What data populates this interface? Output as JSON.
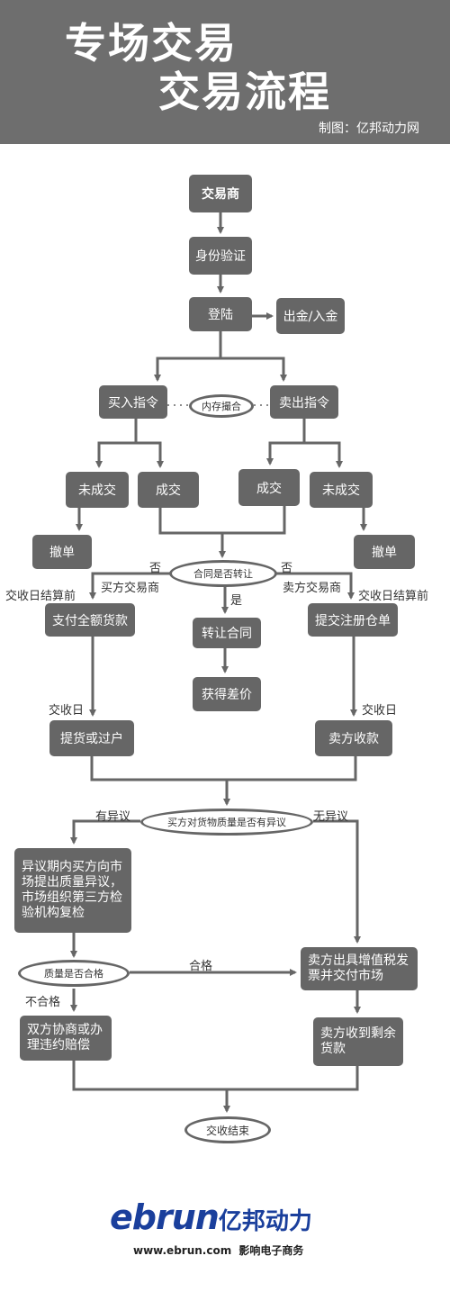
{
  "header": {
    "title_line1": "专场交易",
    "title_line2": "交易流程",
    "credit": "制图：亿邦动力网"
  },
  "nodes": {
    "trader": "交易商",
    "identity": "身份验证",
    "login": "登陆",
    "funds": "出金/入金",
    "buy_order": "买入指令",
    "match": "内存撮合",
    "sell_order": "卖出指令",
    "unfilled_left": "未成交",
    "filled_left": "成交",
    "filled_right": "成交",
    "unfilled_right": "未成交",
    "cancel_left": "撤单",
    "cancel_right": "撤单",
    "transfer_question": "合同是否转让",
    "pay_full": "支付全额货款",
    "transfer_contract": "转让合同",
    "submit_receipt": "提交注册仓单",
    "get_diff": "获得差价",
    "pickup": "提货或过户",
    "seller_receive": "卖方收款",
    "quality_question": "买方对货物质量是否有异议",
    "objection_process": "异议期内买方向市场提出质量异议，市场组织第三方检验机构复检",
    "qualified_question": "质量是否合格",
    "invoice": "卖方出具增值税发票并交付市场",
    "negotiate": "双方协商或办理违约赔偿",
    "seller_remaining": "卖方收到剩余货款",
    "end": "交收结束"
  },
  "labels": {
    "no_left": "否",
    "no_right": "否",
    "yes": "是",
    "buyer_trader": "买方交易商",
    "seller_trader": "卖方交易商",
    "before_settle_left": "交收日结算前",
    "before_settle_right": "交收日结算前",
    "delivery_day_left": "交收日",
    "delivery_day_right": "交收日",
    "has_objection": "有异议",
    "no_objection": "无异议",
    "qualified": "合格",
    "unqualified": "不合格"
  },
  "logo": {
    "en": "ebrun",
    "cn": "亿邦动力",
    "url": "www.ebrun.com",
    "slogan": "影响电子商务"
  },
  "colors": {
    "header_bg": "#6e6e6e",
    "box_bg": "#666666",
    "line": "#666666",
    "logo_blue": "#1a3f9c"
  }
}
